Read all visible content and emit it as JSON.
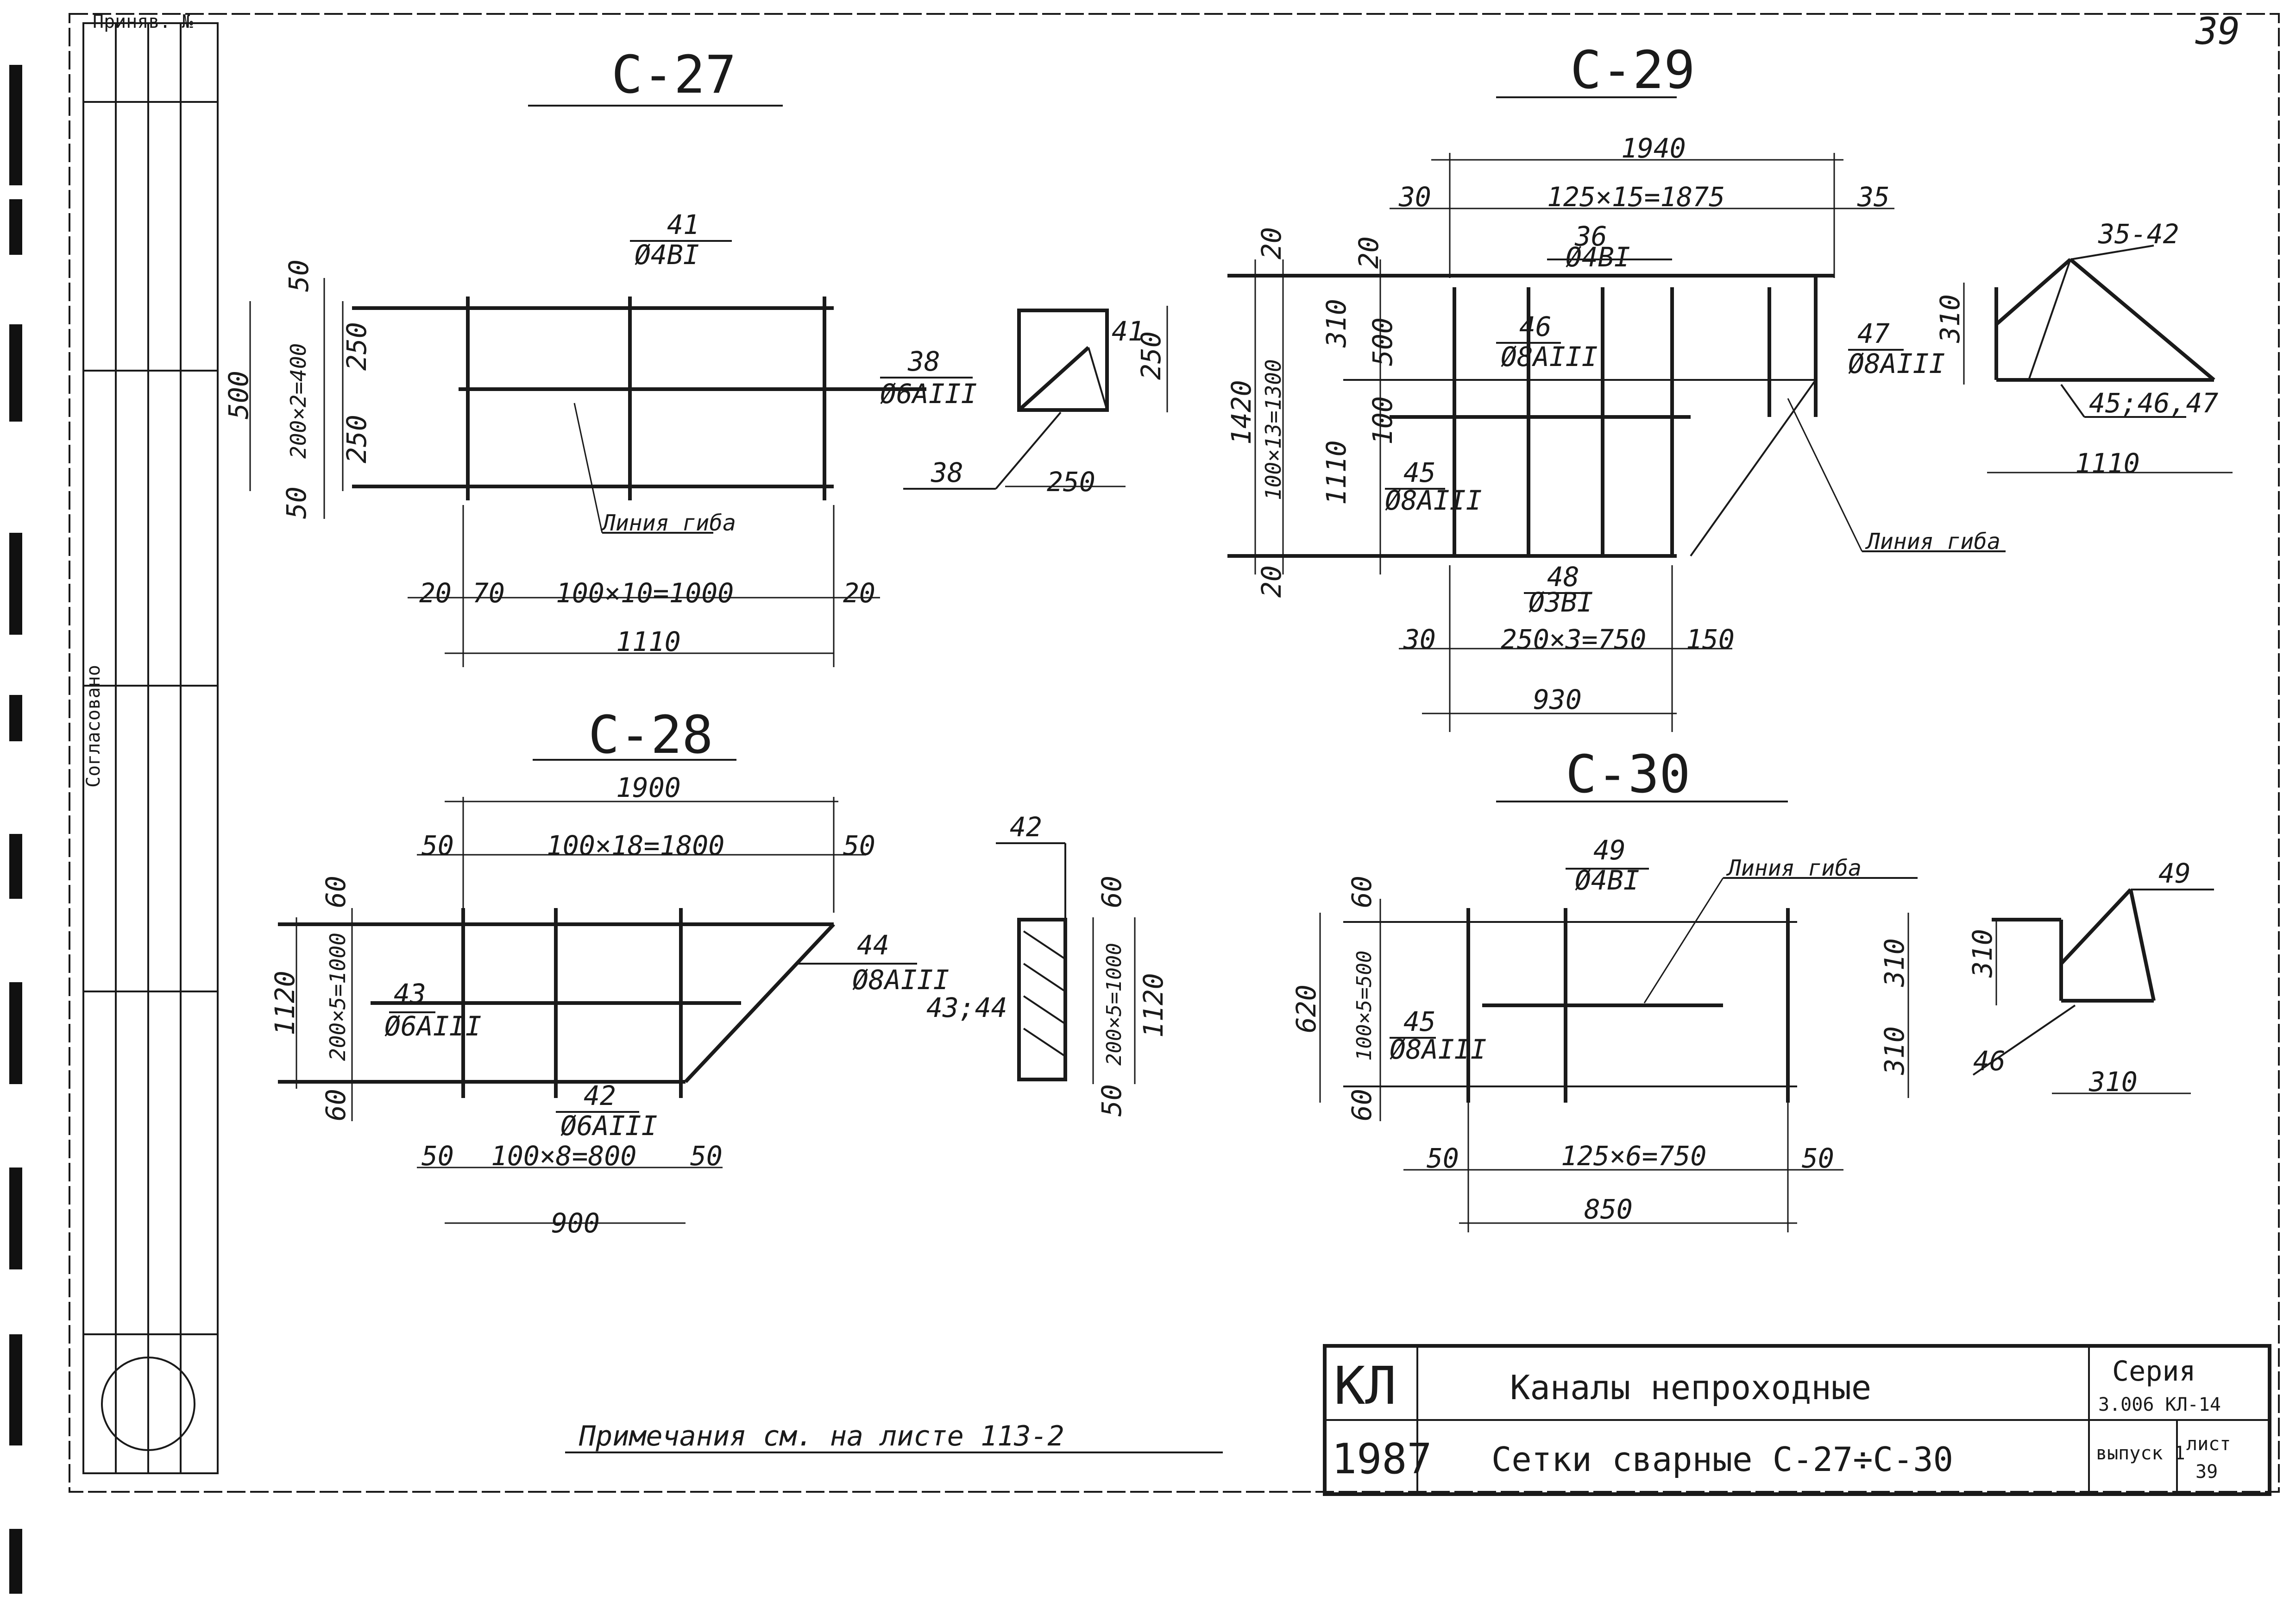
{
  "sheet": {
    "page_number": "39",
    "title_block": {
      "code": "КЛ",
      "year": "1987",
      "subject": "Каналы непроходные",
      "drawing": "Сетки сварные С-27÷С-30",
      "series_label": "Серия",
      "series_value": "3.006 КЛ-14",
      "issue": "выпуск 1",
      "sheet_label": "лист",
      "sheet_value": "39"
    },
    "note": "Примечания см. на листе 113-2",
    "margin_stamp": [
      "Согласовано",
      "Приняв. №"
    ]
  },
  "meshes": {
    "c27": {
      "title": "С-27",
      "bars": [
        {
          "mark": "41",
          "dia": "Ø4ВI"
        },
        {
          "mark": "38",
          "dia": "Ø6АIII"
        }
      ],
      "dims_vertical": [
        "500",
        "50",
        "250",
        "250",
        "50",
        "200×2=400"
      ],
      "dims_horizontal": [
        "20",
        "70",
        "100×10=1000",
        "20",
        "1110"
      ],
      "bend_line": "Линия гиба",
      "detail": {
        "mark_a": "41",
        "mark_b": "38",
        "height": "250",
        "width": "250"
      }
    },
    "c28": {
      "title": "С-28",
      "bars": [
        {
          "mark": "43",
          "dia": "Ø6АIII"
        },
        {
          "mark": "42",
          "dia": "Ø6АIII"
        },
        {
          "mark": "44",
          "dia": "Ø8АIII"
        }
      ],
      "dims_top": [
        "1900",
        "50",
        "100×18=1800",
        "50"
      ],
      "dims_vertical": [
        "60",
        "1120",
        "200×5=1000",
        "60"
      ],
      "dims_bottom": [
        "50",
        "100×8=800",
        "50",
        "900"
      ],
      "detail": {
        "mark_top": "42",
        "mark_left": "43;44",
        "dims": [
          "60",
          "200×5=1000",
          "1120",
          "50"
        ]
      }
    },
    "c29": {
      "title": "С-29",
      "bars": [
        {
          "mark": "36",
          "dia": "Ø4ВI"
        },
        {
          "mark": "46",
          "dia": "Ø8АIII"
        },
        {
          "mark": "47",
          "dia": "Ø8АIII"
        },
        {
          "mark": "45",
          "dia": "Ø8АIII"
        },
        {
          "mark": "48",
          "dia": "Ø3ВI"
        }
      ],
      "dims_top": [
        "1940",
        "30",
        "125×15=1875",
        "35"
      ],
      "dims_vertical": [
        "20",
        "20",
        "1420",
        "100×13=1300",
        "310",
        "500",
        "1110",
        "100",
        "20"
      ],
      "dims_bottom": [
        "30",
        "250×3=750",
        "150",
        "930"
      ],
      "bend_line": "Линия гиба",
      "detail": {
        "mark_top": "35-42",
        "marks_bottom": "45;46,47",
        "height": "310",
        "width": "1110"
      }
    },
    "c30": {
      "title": "С-30",
      "bars": [
        {
          "mark": "49",
          "dia": "Ø4ВI"
        },
        {
          "mark": "45",
          "dia": "Ø8АIII"
        }
      ],
      "dims_vertical": [
        "60",
        "620",
        "100×5=500",
        "60",
        "310",
        "310"
      ],
      "dims_bottom": [
        "50",
        "125×6=750",
        "50",
        "850"
      ],
      "bend_line": "Линия гиба",
      "detail": {
        "mark_top": "49",
        "mark_left": "46",
        "height": "310",
        "width": "310"
      }
    }
  }
}
